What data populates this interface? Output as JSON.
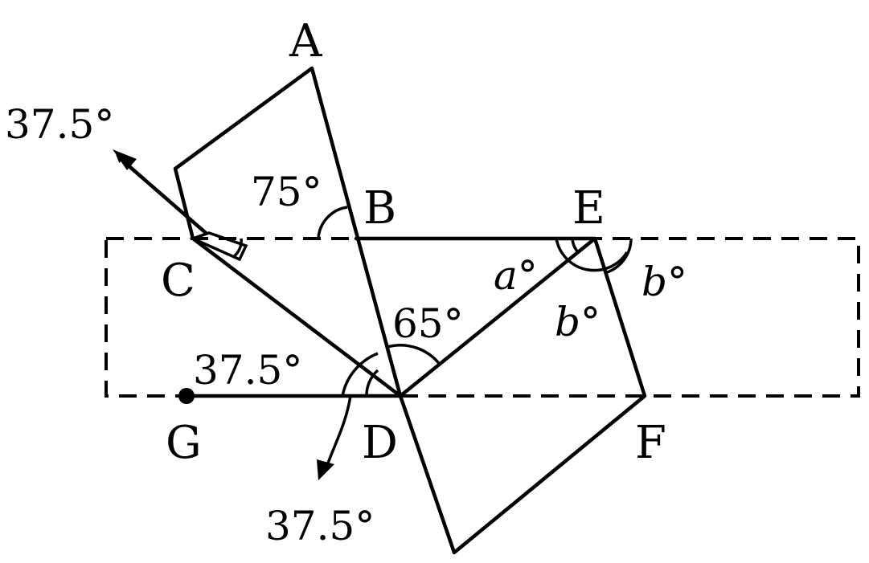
{
  "points": {
    "A": "A",
    "B": "B",
    "C": "C",
    "D": "D",
    "E": "E",
    "F": "F",
    "G": "G"
  },
  "angles": {
    "arrow_top": "37.5°",
    "angle_ABD": "75°",
    "angle_GDC": "37.5°",
    "angle_BDE": "65°",
    "rotation_bottom": "37.5°",
    "angle_a": "a°",
    "angle_b_inner": "b°",
    "angle_b_outer": "b°"
  }
}
